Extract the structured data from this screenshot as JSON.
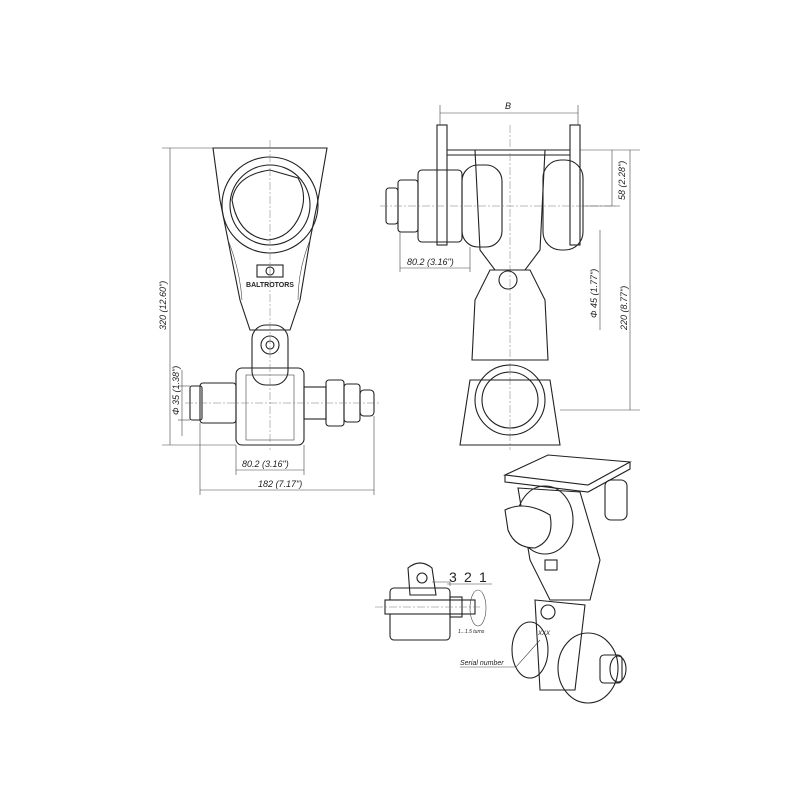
{
  "front_view": {
    "height_dim": "320 (12.60\")",
    "pin_dia_dim": "Φ 35  (1.38\")",
    "fork_width_dim": "80.2 (3.16\")",
    "overall_width_dim": "182 (7.17\")",
    "logo_text": "BALTROTORS"
  },
  "side_view": {
    "plate_width_dim": "B",
    "offset_dim": "58 (2.28\")",
    "shaft_dia_dim": "Φ 45 (1.77\")",
    "height_dim": "220 (8.77\")",
    "fork_width_dim": "80.2 (3.16\")"
  },
  "detail_view": {
    "callouts": [
      "3",
      "2",
      "1"
    ],
    "turns_note": "1...1.5 turns"
  },
  "iso_view": {
    "serial_label": "Serial number",
    "serial_mark": "XXX"
  }
}
